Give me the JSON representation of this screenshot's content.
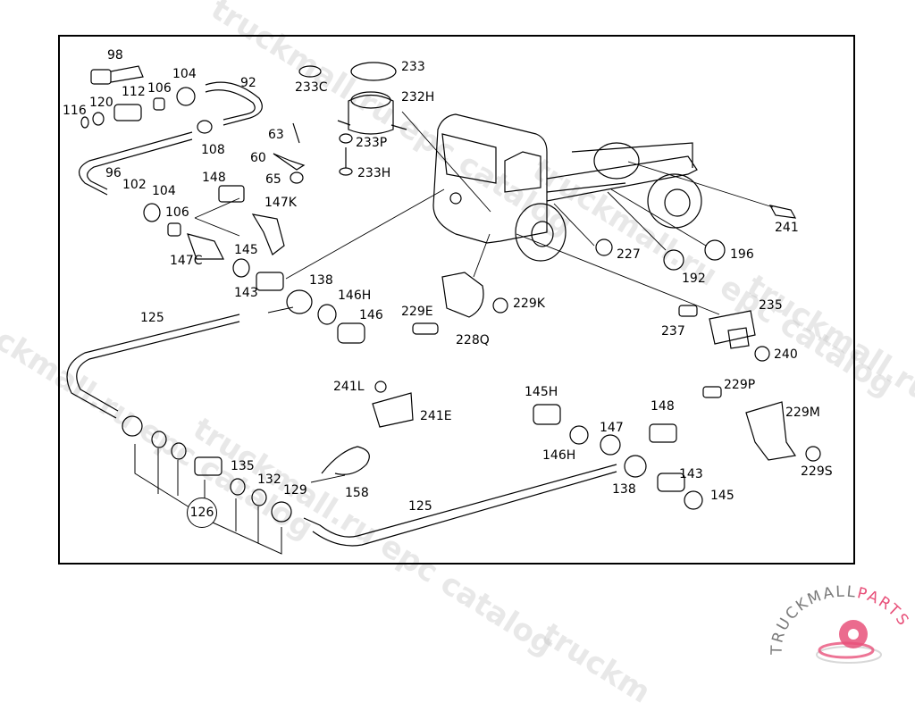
{
  "diagram": {
    "title": "Truck parts exploded diagram",
    "labels": [
      {
        "id": "98",
        "text": "98"
      },
      {
        "id": "104a",
        "text": "104"
      },
      {
        "id": "92",
        "text": "92"
      },
      {
        "id": "112",
        "text": "112"
      },
      {
        "id": "106a",
        "text": "106"
      },
      {
        "id": "116",
        "text": "116"
      },
      {
        "id": "120",
        "text": "120"
      },
      {
        "id": "108",
        "text": "108"
      },
      {
        "id": "63",
        "text": "63"
      },
      {
        "id": "60",
        "text": "60"
      },
      {
        "id": "65",
        "text": "65"
      },
      {
        "id": "96",
        "text": "96"
      },
      {
        "id": "102",
        "text": "102"
      },
      {
        "id": "104b",
        "text": "104"
      },
      {
        "id": "148a",
        "text": "148"
      },
      {
        "id": "106b",
        "text": "106"
      },
      {
        "id": "147K",
        "text": "147K"
      },
      {
        "id": "145a",
        "text": "145"
      },
      {
        "id": "147C",
        "text": "147C"
      },
      {
        "id": "143a",
        "text": "143"
      },
      {
        "id": "138a",
        "text": "138"
      },
      {
        "id": "146H",
        "text": "146H"
      },
      {
        "id": "146",
        "text": "146"
      },
      {
        "id": "125a",
        "text": "125"
      },
      {
        "id": "233C",
        "text": "233C"
      },
      {
        "id": "233",
        "text": "233"
      },
      {
        "id": "232H",
        "text": "232H"
      },
      {
        "id": "233P",
        "text": "233P"
      },
      {
        "id": "233H",
        "text": "233H"
      },
      {
        "id": "227",
        "text": "227"
      },
      {
        "id": "196",
        "text": "196"
      },
      {
        "id": "192",
        "text": "192"
      },
      {
        "id": "241",
        "text": "241"
      },
      {
        "id": "235",
        "text": "235"
      },
      {
        "id": "237",
        "text": "237"
      },
      {
        "id": "240",
        "text": "240"
      },
      {
        "id": "229E",
        "text": "229E"
      },
      {
        "id": "229K",
        "text": "229K"
      },
      {
        "id": "228Q",
        "text": "228Q"
      },
      {
        "id": "241L",
        "text": "241L"
      },
      {
        "id": "241E",
        "text": "241E"
      },
      {
        "id": "158",
        "text": "158"
      },
      {
        "id": "145H",
        "text": "145H"
      },
      {
        "id": "146Hb",
        "text": "146H"
      },
      {
        "id": "147",
        "text": "147"
      },
      {
        "id": "148b",
        "text": "148"
      },
      {
        "id": "138b",
        "text": "138"
      },
      {
        "id": "143b",
        "text": "143"
      },
      {
        "id": "145b",
        "text": "145"
      },
      {
        "id": "229P",
        "text": "229P"
      },
      {
        "id": "229M",
        "text": "229M"
      },
      {
        "id": "229S",
        "text": "229S"
      },
      {
        "id": "135",
        "text": "135"
      },
      {
        "id": "132",
        "text": "132"
      },
      {
        "id": "129",
        "text": "129"
      },
      {
        "id": "125b",
        "text": "125"
      },
      {
        "id": "126",
        "text": "126"
      }
    ]
  },
  "watermarks": [
    "truckmall.ru epc catalog",
    "truckmall.ru epc catalog",
    "truckmall.ru epc catalog",
    "truckmall.ru epc catalog"
  ],
  "logo": {
    "text_main": "TRUCKMALL",
    "text_accent": "PARTS",
    "accent_color": "#e8517a",
    "gray_color": "#7a7a7a"
  }
}
